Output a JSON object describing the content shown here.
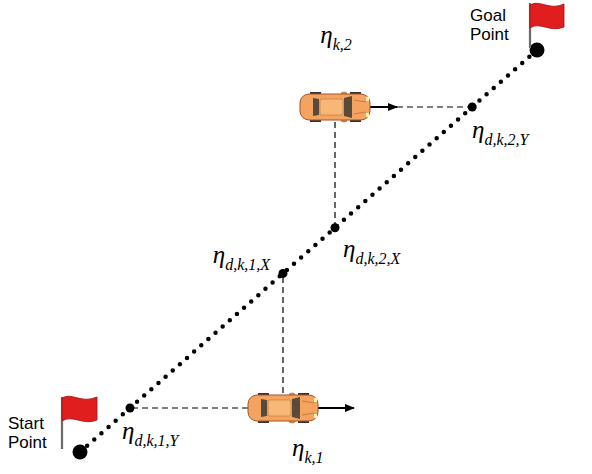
{
  "diagram": {
    "labels": [
      "Goal Point",
      "ηk,2",
      "ηd,k,2,Y",
      "ηd,k,2,X",
      "ηd,k,1,X",
      "ηd,k,1,Y",
      "Start Point",
      "ηk,1"
    ]
  }
}
